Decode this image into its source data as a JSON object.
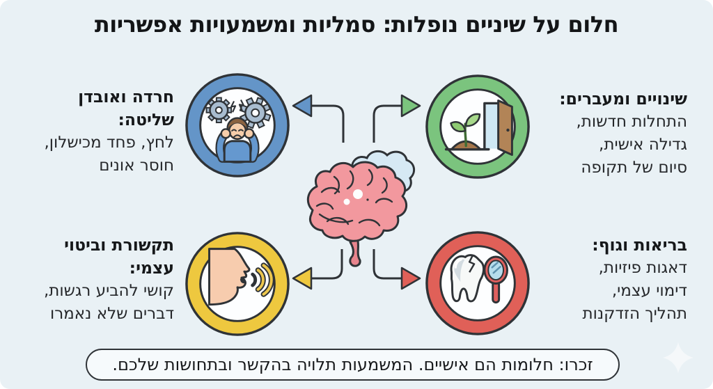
{
  "title": "חלום על שיניים נופלות: סמליות ומשמעויות אפשריות",
  "colors": {
    "background": "#e9f1f5",
    "outline": "#2f3337",
    "banner_background": "#f6fafc",
    "brain_pink": "#f2989e",
    "cloud_blue": "#d6e9f4"
  },
  "quadrants": [
    {
      "id": "anxiety",
      "icon": "stressed-person-gears-icon",
      "accent": "#6495c8",
      "heading_lines": [
        "חרדה ואובדן",
        "שליטה:"
      ],
      "body_lines": [
        "לחץ, פחד מכישלון,",
        "חוסר אונים"
      ]
    },
    {
      "id": "changes",
      "icon": "sprout-and-open-door-icon",
      "accent": "#7bc47e",
      "heading_lines": [
        "שינויים ומעברים:"
      ],
      "body_lines": [
        "התחלות חדשות,",
        "גדילה אישית,",
        "סיום של תקופה"
      ]
    },
    {
      "id": "communication",
      "icon": "speaking-profile-icon",
      "accent": "#eec83f",
      "heading_lines": [
        "תקשורת וביטוי",
        "עצמי:"
      ],
      "body_lines": [
        "קושי להביע רגשות,",
        "דברים שלא נאמרו"
      ]
    },
    {
      "id": "health",
      "icon": "cracked-tooth-and-mirror-icon",
      "accent": "#e06058",
      "heading_lines": [
        "בריאות וגוף:"
      ],
      "body_lines": [
        "דאגות פיזיות,",
        "דימוי עצמי,",
        "תהליך הזדקנות"
      ]
    }
  ],
  "center": {
    "icon": "brain-with-thought-cloud-icon"
  },
  "footer": {
    "note": "זכרו: חלומות הם אישיים. המשמעות תלויה בהקשר ובתחושות שלכם."
  }
}
